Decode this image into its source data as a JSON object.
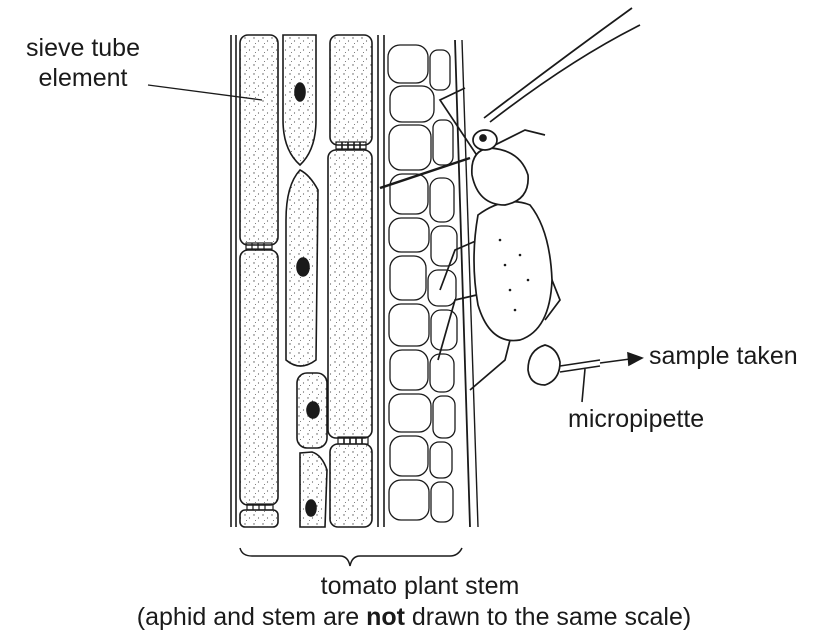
{
  "labels": {
    "sieve_tube_line1": "sieve tube",
    "sieve_tube_line2": "element",
    "sample_taken": "sample taken",
    "micropipette": "micropipette"
  },
  "caption": {
    "stem_label": "tomato plant stem",
    "note_prefix": "(aphid and stem are ",
    "note_emphasis": "not",
    "note_suffix": " drawn to the same scale)"
  }
}
